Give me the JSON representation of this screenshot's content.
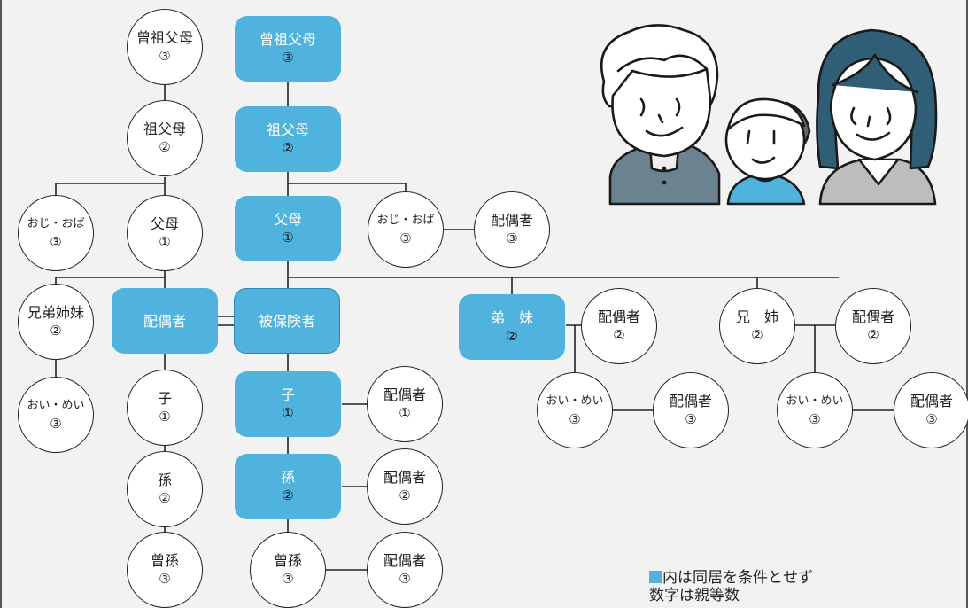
{
  "colors": {
    "highlight": "#4fb3dd",
    "line": "#222222",
    "background": "#f2f2f2"
  },
  "nodes": {
    "great_grandparents_in_law": {
      "label": "曾祖父母",
      "degree": "③"
    },
    "grandparents_in_law": {
      "label": "祖父母",
      "degree": "②"
    },
    "uncle_aunt_in_law": {
      "label": "おじ・おば",
      "degree": "③"
    },
    "parents_in_law": {
      "label": "父母",
      "degree": "①"
    },
    "siblings_in_law": {
      "label": "兄弟姉妹",
      "degree": "②"
    },
    "nephew_niece_in_law": {
      "label": "おい・めい",
      "degree": "③"
    },
    "spouse": {
      "label": "配偶者"
    },
    "child_in_law": {
      "label": "子",
      "degree": "①"
    },
    "grandchild_in_law": {
      "label": "孫",
      "degree": "②"
    },
    "great_grandchild_in_law": {
      "label": "曾孫",
      "degree": "③"
    },
    "great_grandparents": {
      "label": "曾祖父母",
      "degree": "③"
    },
    "grandparents": {
      "label": "祖父母",
      "degree": "②"
    },
    "parents": {
      "label": "父母",
      "degree": "①"
    },
    "insured": {
      "label": "被保険者"
    },
    "child": {
      "label": "子",
      "degree": "①"
    },
    "grandchild": {
      "label": "孫",
      "degree": "②"
    },
    "great_grandchild": {
      "label": "曾孫",
      "degree": "③"
    },
    "child_spouse": {
      "label": "配偶者",
      "degree": "①"
    },
    "grandchild_spouse": {
      "label": "配偶者",
      "degree": "②"
    },
    "great_grandchild_spouse": {
      "label": "配偶者",
      "degree": "③"
    },
    "uncle_aunt": {
      "label": "おじ・おば",
      "degree": "③"
    },
    "uncle_aunt_spouse": {
      "label": "配偶者",
      "degree": "③"
    },
    "younger_siblings": {
      "label": "弟　妹",
      "degree": "②"
    },
    "younger_siblings_spouse": {
      "label": "配偶者",
      "degree": "②"
    },
    "nephew_niece_1": {
      "label": "おい・めい",
      "degree": "③"
    },
    "nephew_niece_1_spouse": {
      "label": "配偶者",
      "degree": "③"
    },
    "older_siblings": {
      "label": "兄　姉",
      "degree": "②"
    },
    "older_siblings_spouse": {
      "label": "配偶者",
      "degree": "②"
    },
    "nephew_niece_2": {
      "label": "おい・めい",
      "degree": "③"
    },
    "nephew_niece_2_spouse": {
      "label": "配偶者",
      "degree": "③"
    }
  },
  "legend": {
    "line1": "内は同居を条件とせず",
    "line2": "数字は親等数"
  },
  "illustration": {
    "name": "family-illustration",
    "people": [
      "grandmother",
      "girl",
      "mother"
    ]
  }
}
